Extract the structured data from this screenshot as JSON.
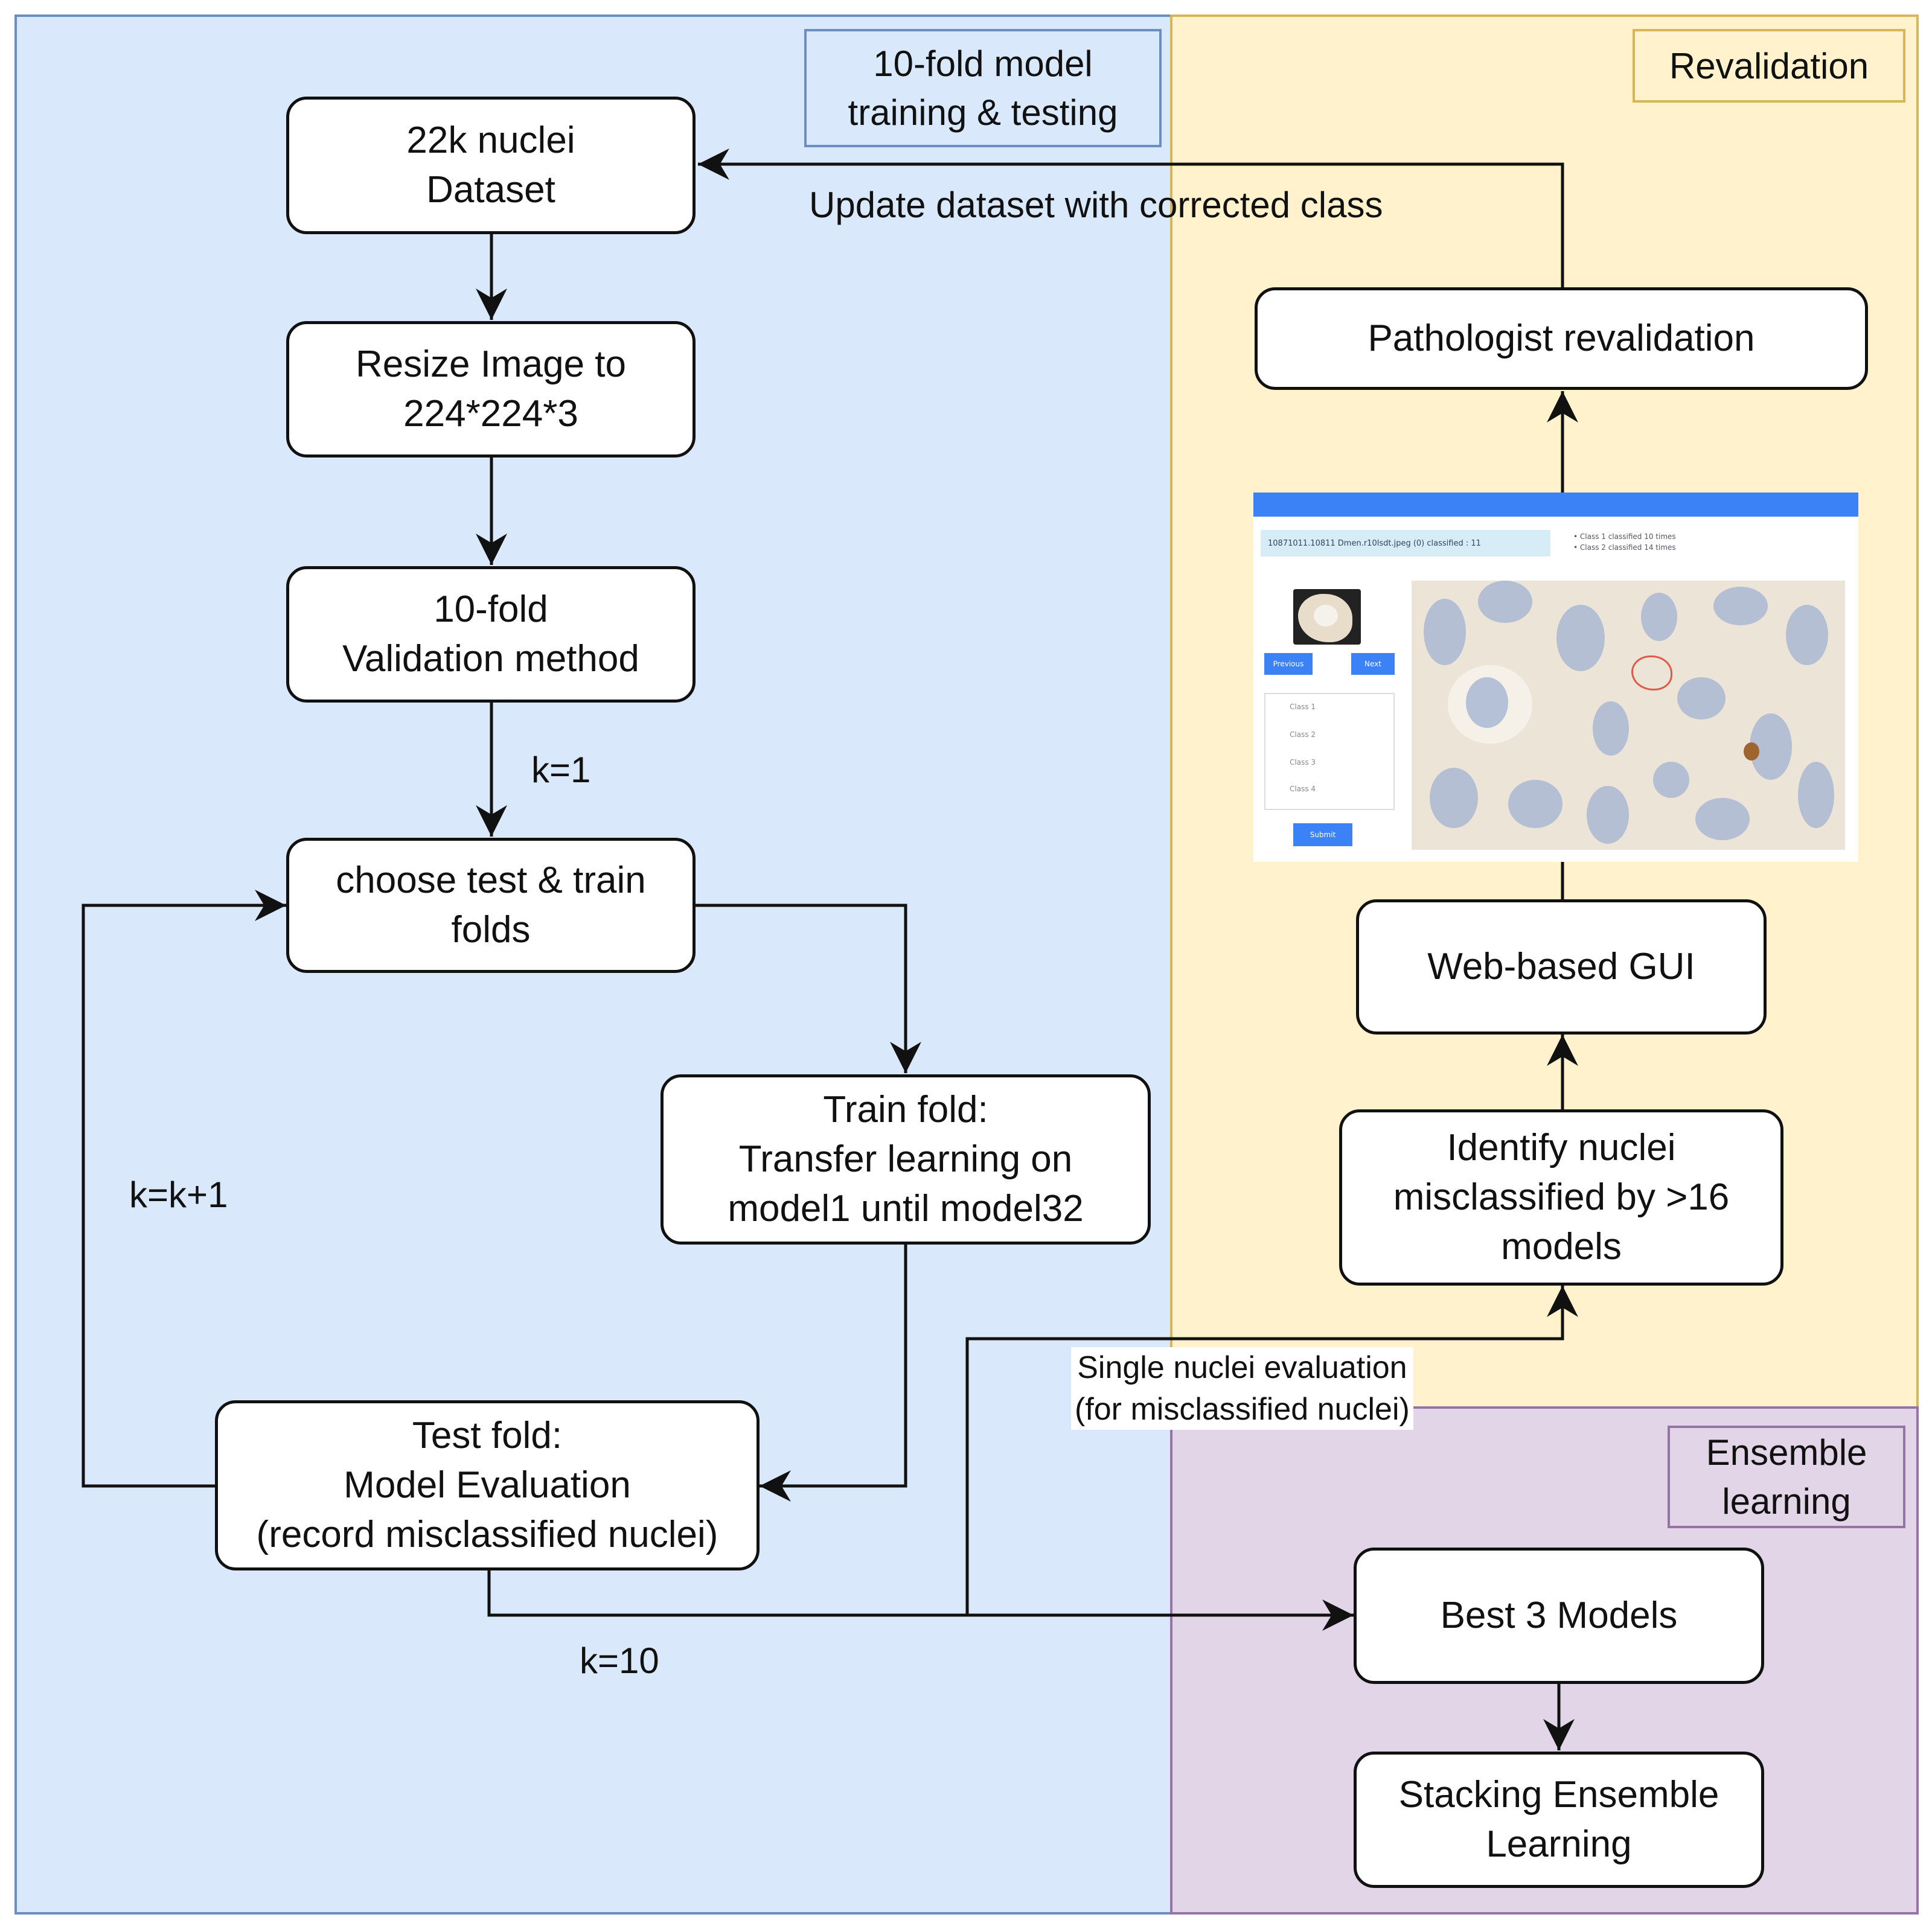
{
  "regions": {
    "training": "10-fold model\ntraining & testing",
    "revalidation": "Revalidation",
    "ensemble": "Ensemble\nlearning"
  },
  "nodes": {
    "dataset": "22k nuclei\nDataset",
    "resize": "Resize Image to\n224*224*3",
    "validation": "10-fold\nValidation method",
    "choose": "choose test & train\nfolds",
    "train": "Train fold:\nTransfer learning on\nmodel1 until model32",
    "test": "Test fold:\nModel Evaluation\n(record misclassified nuclei)",
    "pathologist": "Pathologist revalidation",
    "gui": "Web-based GUI",
    "identify": "Identify nuclei\nmisclassified by >16\nmodels",
    "best3": "Best 3 Models",
    "stacking": "Stacking Ensemble\nLearning"
  },
  "edge_labels": {
    "update": "Update dataset with corrected class",
    "k1": "k=1",
    "kk1": "k=k+1",
    "k10": "k=10",
    "single": "Single nuclei evaluation\n(for misclassified nuclei)"
  },
  "colors": {
    "blue_fill": "#dae8fc",
    "blue_border": "#6c8ebf",
    "yellow_fill": "#fff2cc",
    "yellow_border": "#d6b656",
    "purple_fill": "#e1d5e7",
    "purple_border": "#9673a6"
  },
  "gui_screenshot": {
    "file_info": "10871011.10811 Dmen.r10lsdt.jpeg (0) classified : 11",
    "notes": "• Class 1 classified 10 times\n• Class 2 classified 14 times",
    "prev_button": "Previous",
    "next_button": "Next",
    "radio_options": [
      "Class 1",
      "Class 2",
      "Class 3",
      "Class 4"
    ],
    "submit_button": "Submit"
  }
}
